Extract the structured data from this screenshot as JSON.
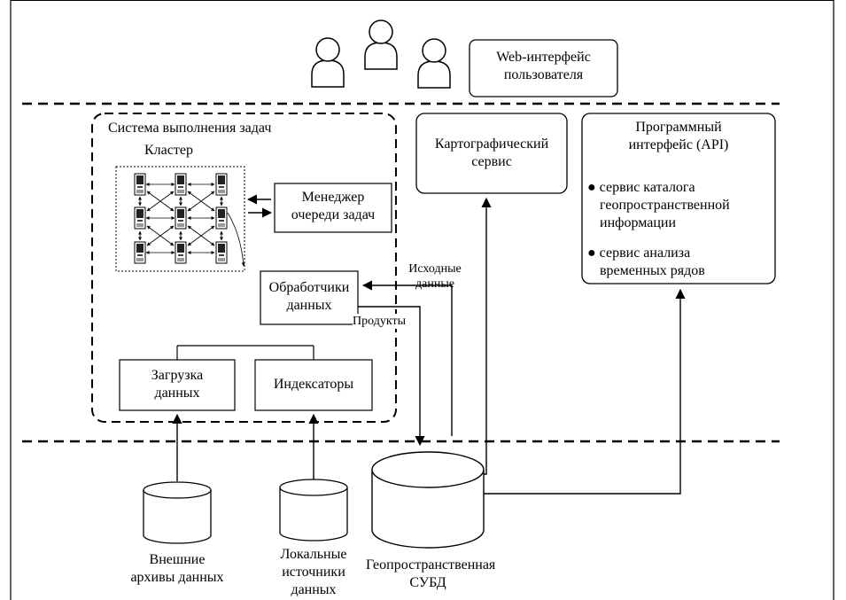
{
  "web_ui": {
    "line1": "Web-интерфейс",
    "line2": "пользователя"
  },
  "task_system": {
    "title": "Система выполнения задач"
  },
  "cluster": {
    "label": "Кластер"
  },
  "queue_manager": {
    "line1": "Менеджер",
    "line2": "очереди задач"
  },
  "data_handlers": {
    "line1": "Обработчики",
    "line2": "данных"
  },
  "data_loading": {
    "line1": "Загрузка",
    "line2": "данных"
  },
  "indexers": {
    "label": "Индексаторы"
  },
  "map_service": {
    "line1": "Картографический",
    "line2": "сервис"
  },
  "api": {
    "line1": "Программный",
    "line2": "интерфейс (API)",
    "bullets": [
      {
        "lines": [
          "сервис каталога",
          "геопространственной",
          "информации"
        ]
      },
      {
        "lines": [
          "сервис анализа",
          "временных рядов"
        ]
      }
    ]
  },
  "flows": {
    "source_data_1": "Исходные",
    "source_data_2": "данные",
    "products": "Продукты"
  },
  "ext_archives": {
    "line1": "Внешние",
    "line2": "архивы данных"
  },
  "local_sources": {
    "line1": "Локальные",
    "line2": "источники",
    "line3": "данных"
  },
  "geodb": {
    "line1": "Геопространственная",
    "line2": "СУБД"
  }
}
